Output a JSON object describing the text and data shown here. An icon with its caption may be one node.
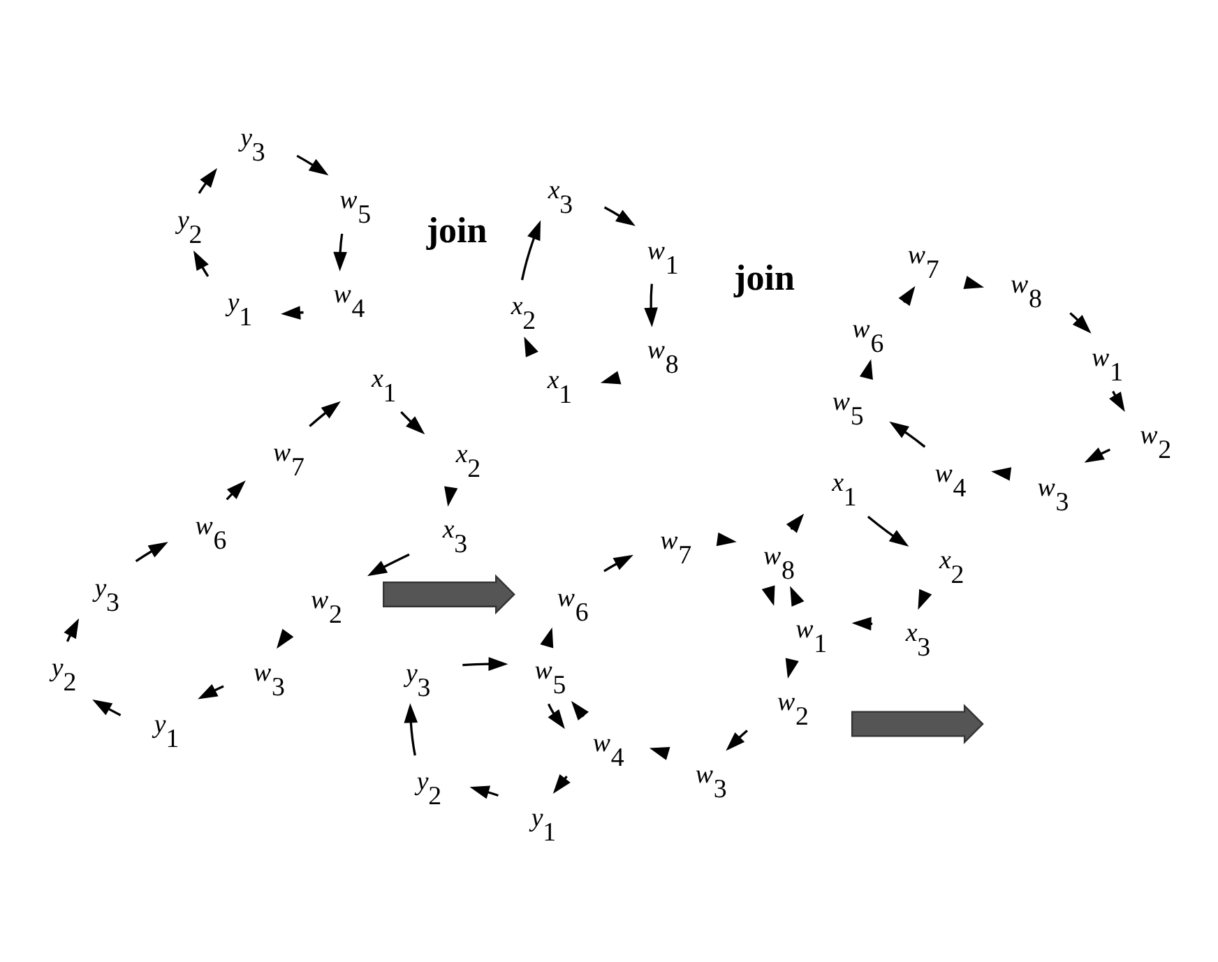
{
  "diagram": {
    "nodes": [
      {
        "text": [
          "*w*$_{1}$"
        ]
      },
      {
        "text": [
          "*w*$_{2}$"
        ]
      },
      {
        "text": [
          "*w*$_{3}$"
        ]
      },
      {
        "text": [
          "*w*$_{4}$"
        ]
      },
      {
        "text": [
          "*w*$_{5}$"
        ]
      },
      {
        "text": [
          "*w*$_{6}$"
        ]
      },
      {
        "text": [
          "*w*$_{7}$"
        ]
      },
      {
        "text": [
          "*w*$_{8}$"
        ]
      },
      {
        "text": [
          "*w*$_{1}$"
        ]
      },
      {
        "text": [
          "*x*$_{3}$"
        ]
      },
      {
        "text": [
          "*x*$_{2}$"
        ]
      },
      {
        "text": [
          "*x*$_{1}$"
        ]
      },
      {
        "text": [
          "*w*$_{8}$"
        ]
      },
      {
        "text": [
          "*w*$_{5}$"
        ]
      },
      {
        "text": [
          "*y*$_{3}$"
        ]
      },
      {
        "text": [
          "*y*$_{2}$"
        ]
      },
      {
        "text": [
          "*y*$_{1}$"
        ]
      },
      {
        "text": [
          "*w*$_{4}$"
        ]
      },
      {
        "text": [
          "*x*$_{1}$"
        ]
      },
      {
        "text": [
          "*x*$_{2}$"
        ]
      },
      {
        "text": [
          "*x*$_{3}$"
        ]
      },
      {
        "text": [
          "*w*$_{8}$"
        ]
      },
      {
        "text": [
          "*w*$_{1}$"
        ]
      },
      {
        "text": [
          "*w*$_{7}$"
        ]
      },
      {
        "text": [
          "*w*$_{6}$"
        ]
      },
      {
        "text": [
          "*w*$_{2}$"
        ]
      },
      {
        "text": [
          "*w*$_{5}$"
        ]
      },
      {
        "text": [
          "*w*$_{3}$"
        ]
      },
      {
        "text": [
          "*w*$_{4}$"
        ]
      },
      {
        "text": [
          "*y*$_{3}$"
        ]
      },
      {
        "text": [
          "*y*$_{1}$"
        ]
      },
      {
        "text": [
          "*y*$_{2}$"
        ]
      },
      {
        "text": [
          "*x*$_{1}$"
        ]
      },
      {
        "text": [
          "*x*$_{2}$"
        ]
      },
      {
        "text": [
          "*x*$_{3}$"
        ]
      },
      {
        "text": [
          "*w*$_{7}$"
        ]
      },
      {
        "text": [
          "*w*$_{6}$"
        ]
      },
      {
        "text": [
          "*w*$_{2}$"
        ]
      },
      {
        "text": [
          "*w*$_{3}$"
        ]
      },
      {
        "text": [
          "*y*$_{3}$"
        ]
      },
      {
        "text": [
          "*y*$_{2}$"
        ]
      },
      {
        "text": [
          "*y*$_{1}$"
        ]
      },
      {
        "text": [],
        "shape": "arrow"
      },
      {
        "text": [],
        "shape": "arrow"
      }
    ],
    "edges": [
      {
        "from": 0,
        "to": 1,
        "arrow": "to"
      },
      {
        "from": 1,
        "to": 2,
        "arrow": "to"
      },
      {
        "from": 2,
        "to": 3,
        "arrow": "to"
      },
      {
        "from": 3,
        "to": 4,
        "arrow": "to"
      },
      {
        "from": 4,
        "to": 5,
        "arrow": "to"
      },
      {
        "from": 5,
        "to": 6,
        "arrow": "to"
      },
      {
        "from": 6,
        "to": 7,
        "arrow": "to"
      },
      {
        "from": 7,
        "to": 0,
        "arrow": "to"
      },
      {
        "from": 9,
        "to": 8,
        "arrow": "to"
      },
      {
        "from": 8,
        "to": 12,
        "arrow": "to"
      },
      {
        "from": 12,
        "to": 11,
        "arrow": "to"
      },
      {
        "from": 11,
        "to": 10,
        "arrow": "to"
      },
      {
        "from": 10,
        "to": 9,
        "arrow": "to"
      },
      {
        "from": 14,
        "to": 13,
        "arrow": "to"
      },
      {
        "from": 13,
        "to": 17,
        "arrow": "to"
      },
      {
        "from": 17,
        "to": 16,
        "arrow": "to"
      },
      {
        "from": 16,
        "to": 15,
        "arrow": "to"
      },
      {
        "from": 15,
        "to": 14,
        "arrow": "to"
      },
      {
        "from": 18,
        "to": 19,
        "arrow": "to"
      },
      {
        "from": 19,
        "to": 20,
        "arrow": "to"
      },
      {
        "from": 20,
        "to": 22,
        "arrow": "to"
      },
      {
        "from": 22,
        "to": 21,
        "arrow": "to"
      },
      {
        "from": 21,
        "to": 22,
        "arrow": "to"
      },
      {
        "from": 21,
        "to": 18,
        "arrow": "to"
      },
      {
        "from": 23,
        "to": 21,
        "arrow": "to"
      },
      {
        "from": 24,
        "to": 23,
        "arrow": "to"
      },
      {
        "from": 26,
        "to": 24,
        "arrow": "to"
      },
      {
        "from": 22,
        "to": 25,
        "arrow": "to"
      },
      {
        "from": 25,
        "to": 27,
        "arrow": "to"
      },
      {
        "from": 27,
        "to": 28,
        "arrow": "to"
      },
      {
        "from": 28,
        "to": 26,
        "arrow": "to"
      },
      {
        "from": 26,
        "to": 28,
        "arrow": "to"
      },
      {
        "from": 28,
        "to": 30,
        "arrow": "to"
      },
      {
        "from": 30,
        "to": 31,
        "arrow": "to"
      },
      {
        "from": 31,
        "to": 29,
        "arrow": "to"
      },
      {
        "from": 29,
        "to": 26,
        "arrow": "to"
      },
      {
        "from": 32,
        "to": 33,
        "arrow": "to"
      },
      {
        "from": 33,
        "to": 34,
        "arrow": "to"
      },
      {
        "from": 34,
        "to": 37,
        "arrow": "to"
      },
      {
        "from": 37,
        "to": 38,
        "arrow": "to"
      },
      {
        "from": 38,
        "to": 41,
        "arrow": "to"
      },
      {
        "from": 41,
        "to": 40,
        "arrow": "to"
      },
      {
        "from": 40,
        "to": 39,
        "arrow": "to"
      },
      {
        "from": 39,
        "to": 36,
        "arrow": "to"
      },
      {
        "from": 36,
        "to": 35,
        "arrow": "to"
      },
      {
        "from": 35,
        "to": 32,
        "arrow": "to"
      }
    ],
    "labels": [
      "join",
      "join"
    ]
  }
}
